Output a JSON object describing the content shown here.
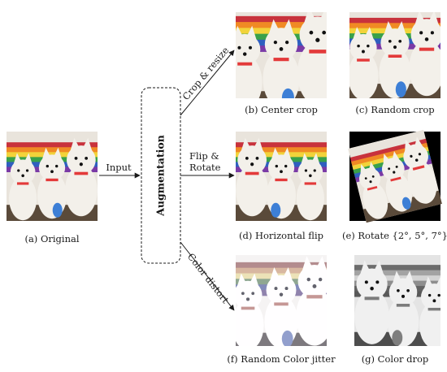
{
  "center_label": "Augmentation",
  "edges": {
    "input": "Input",
    "crop": "Crop & resize",
    "flip_line1": "Flip &",
    "flip_line2": "Rotate",
    "color": "Color distort"
  },
  "captions": {
    "original": "(a) Original",
    "center_crop": "(b) Center crop",
    "random_crop": "(c) Random crop",
    "horizontal_flip": "(d) Horizontal flip",
    "rotate": "(e) Rotate {2°, 5°, 7°}",
    "color_jitter": "(f) Random Color jitter",
    "color_drop": "(g) Color drop"
  },
  "colors": {
    "stripes": [
      "#c8323c",
      "#f08a24",
      "#f2d33a",
      "#3aa14a",
      "#2f5fbf",
      "#7a3aa6"
    ],
    "dog": "#f3f0ea",
    "collar": "#e33a3a",
    "toy": "#3d7fd6",
    "ground": "#5a4a3a"
  }
}
